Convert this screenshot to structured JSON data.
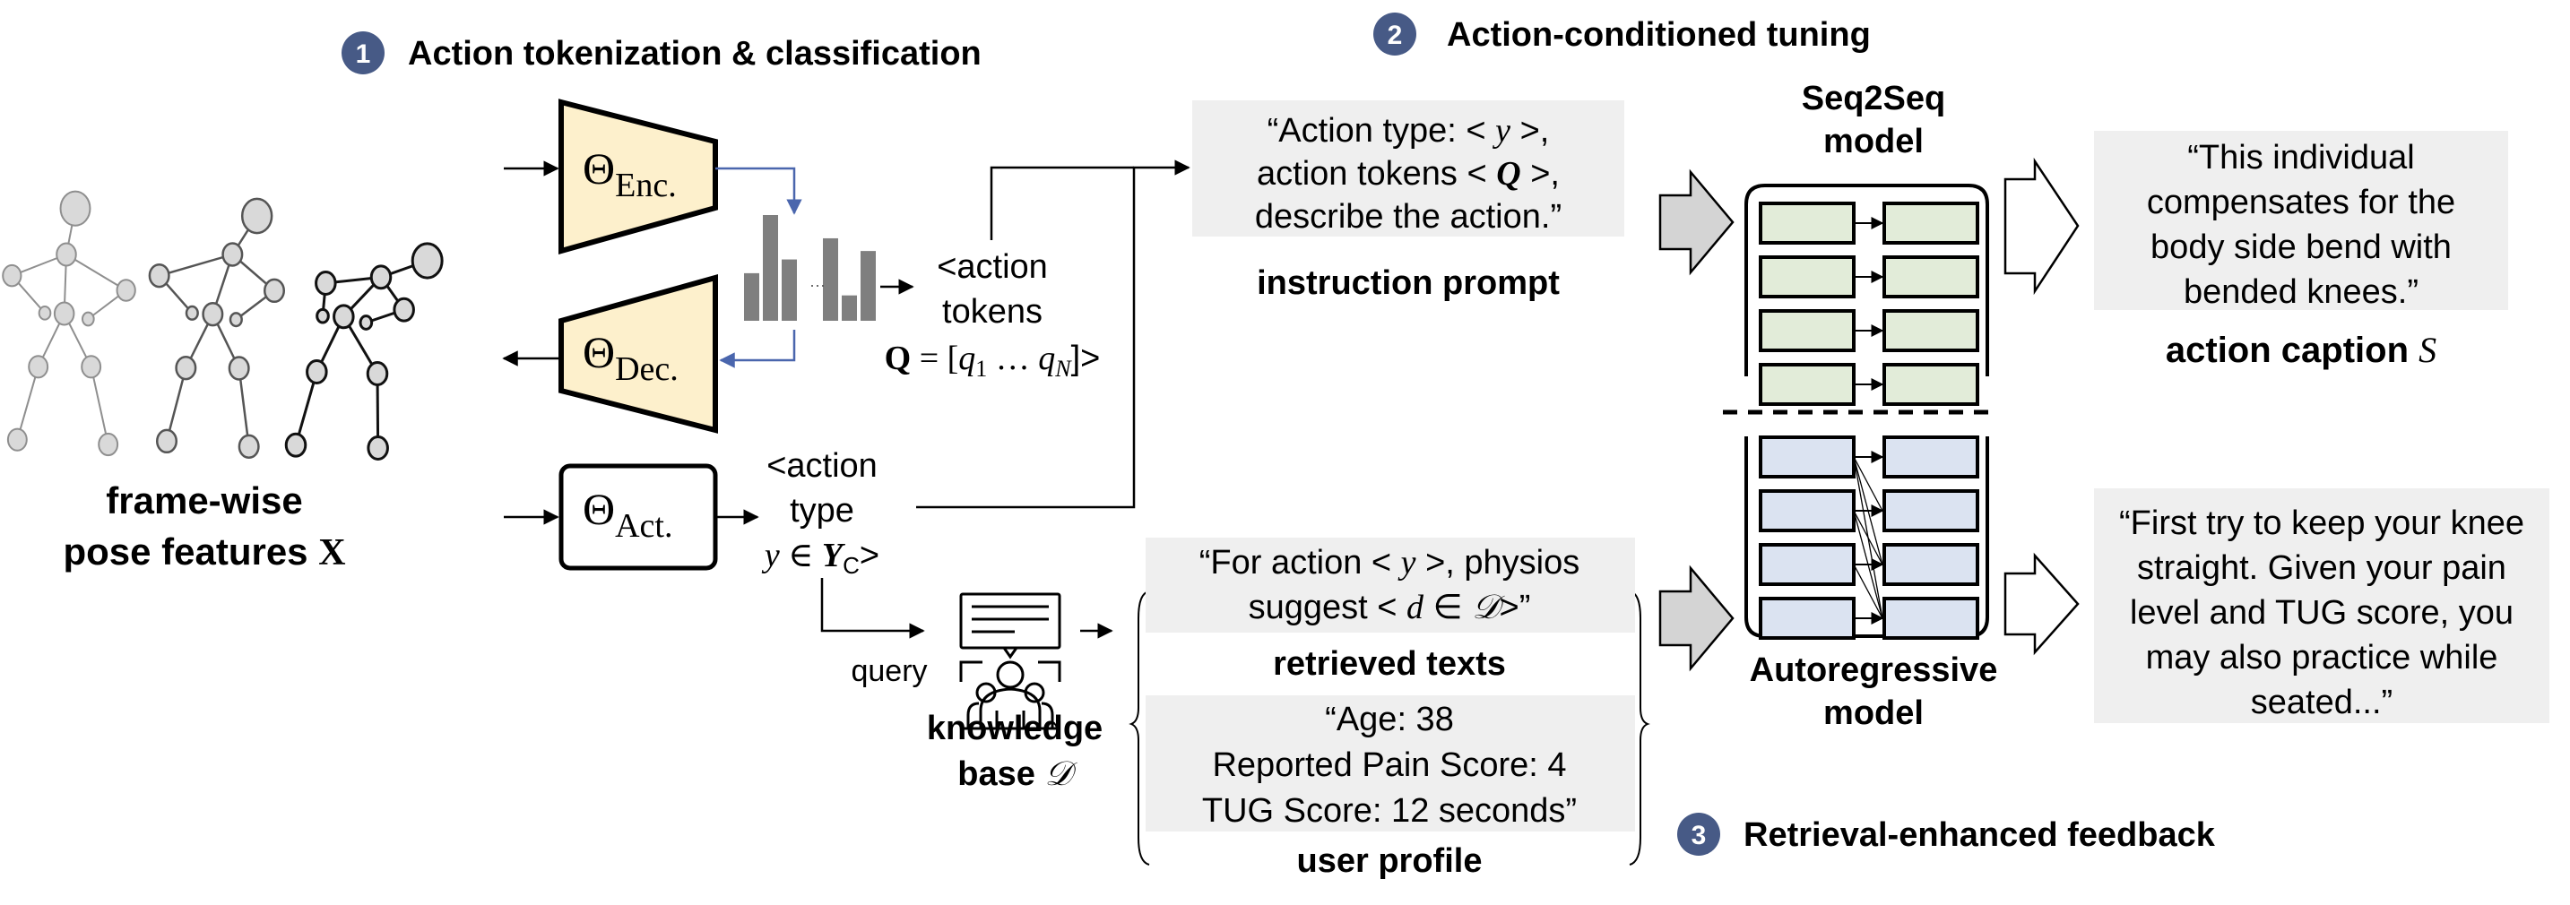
{
  "colors": {
    "badge": "#475a86",
    "encoder_fill": "#fdf0cc",
    "quote_bg": "#efefef",
    "seq2seq_cell": "#e2ecd9",
    "autoreg_cell": "#dbe3f1",
    "hist_bar": "#7f7f7f",
    "blue_arrow": "#4a66ad",
    "block_arrow_fill": "#d4d4d4"
  },
  "sections": [
    {
      "number": "1",
      "title": "Action tokenization & classification"
    },
    {
      "number": "2",
      "title": "Action-conditioned tuning"
    },
    {
      "number": "3",
      "title": "Retrieval-enhanced feedback"
    }
  ],
  "pose": {
    "label_line1": "frame-wise",
    "label_line2": "pose features ",
    "label_symbol": "X"
  },
  "encoder": {
    "theta": "Θ",
    "sub": "Enc."
  },
  "decoder": {
    "theta": "Θ",
    "sub": "Dec."
  },
  "classifier": {
    "theta": "Θ",
    "sub": "Act."
  },
  "histogram": {
    "bars_left": [
      0.45,
      1.0,
      0.58
    ],
    "bars_right": [
      0.78,
      0.24,
      0.66
    ],
    "ellipsis": "···"
  },
  "tokens": {
    "line1": "<action",
    "line2": "tokens",
    "formula_lhs": "Q",
    "formula_eq": " = [",
    "formula_q1": "q",
    "formula_q1_sub": "1",
    "formula_dots": " … ",
    "formula_qn": "q",
    "formula_qn_sub": "N",
    "formula_end": "]>"
  },
  "action_type": {
    "line1": "<action",
    "line2": "type",
    "y": "y",
    "in": " ∈ ",
    "Y": "Y",
    "Y_sub": "C",
    "end": ">"
  },
  "query_label": "query",
  "knowledge_base": {
    "line1": "knowledge",
    "line2": "base ",
    "symbol": "𝒟"
  },
  "instruction_prompt": {
    "line1_a": "“Action type: < ",
    "line1_var": "y",
    "line1_b": " >,",
    "line2_a": "action tokens < ",
    "line2_var": "Q",
    "line2_b": " >,",
    "line3": "describe the action.”",
    "caption": "instruction prompt"
  },
  "retrieved_texts": {
    "line1_a": "“For action < ",
    "line1_var": "y",
    "line1_b": " >, physios",
    "line2_a": "suggest < ",
    "line2_var": "d",
    "line2_in": " ∈ ",
    "line2_set": "𝒟",
    "line2_b": ">”",
    "caption": "retrieved texts"
  },
  "user_profile": {
    "lines": [
      "“Age: 38",
      "Reported Pain Score: 4",
      "TUG Score: 12 seconds”"
    ],
    "caption": "user profile"
  },
  "seq2seq": {
    "line1": "Seq2Seq",
    "line2": "model"
  },
  "autoregressive": {
    "line1": "Autoregressive",
    "line2": "model"
  },
  "action_caption": {
    "lines": [
      "“This individual",
      "compensates for the",
      "body side bend with",
      "bended knees.”"
    ],
    "caption": "action caption ",
    "symbol": "S"
  },
  "feedback": {
    "lines": [
      "“First try to keep your knee",
      "straight. Given your pain",
      "level and TUG score, you",
      "may also practice while",
      "seated...”"
    ]
  }
}
